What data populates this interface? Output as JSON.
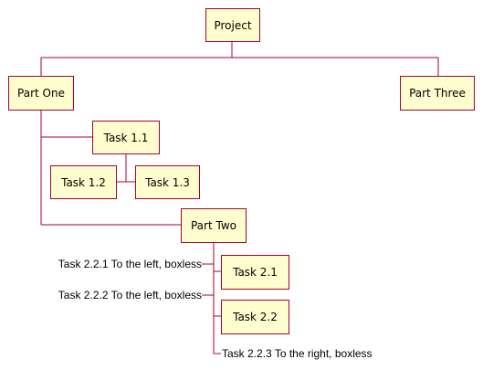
{
  "colors": {
    "node_fill": "#fefece",
    "node_border": "#a80036",
    "connector": "#a80036",
    "text": "#000000"
  },
  "nodes": {
    "project": "Project",
    "part_one": "Part One",
    "part_two": "Part Two",
    "part_three": "Part Three",
    "task_1_1": "Task 1.1",
    "task_1_2": "Task 1.2",
    "task_1_3": "Task 1.3",
    "task_2_1": "Task 2.1",
    "task_2_2": "Task 2.2"
  },
  "boxless": {
    "task_2_2_1": "Task 2.2.1 To the left, boxless",
    "task_2_2_2": "Task 2.2.2 To the left, boxless",
    "task_2_2_3": "Task 2.2.3 To the right, boxless"
  }
}
